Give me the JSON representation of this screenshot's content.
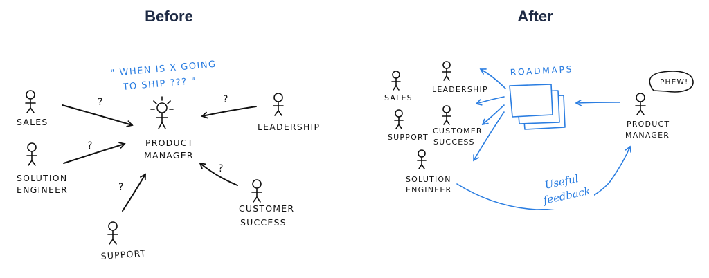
{
  "before": {
    "title": "Before",
    "quote_line1": "\" WHEN IS X GOING",
    "quote_line2": "TO SHIP ??? \"",
    "labels": {
      "sales": "SALES",
      "solution_line1": "SOLUTION",
      "solution_line2": "ENGINEER",
      "support": "SUPPORT",
      "pm_line1": "PRODUCT",
      "pm_line2": "MANAGER",
      "leadership": "LEADERSHIP",
      "cs_line1": "CUSTOMER",
      "cs_line2": "SUCCESS"
    },
    "question_mark": "?"
  },
  "after": {
    "title": "After",
    "roadmaps": "ROADMAPS",
    "speech": "PHEW!",
    "feedback_line1": "Useful",
    "feedback_line2": "feedback",
    "labels": {
      "sales": "SALES",
      "leadership": "LEADERSHIP",
      "support": "SUPPORT",
      "cs_line1": "CUSTOMER",
      "cs_line2": "SUCCESS",
      "solution_line1": "SOLUTION",
      "solution_line2": "ENGINEER",
      "pm_line1": "PRODUCT",
      "pm_line2": "MANAGER"
    }
  },
  "colors": {
    "ink": "#111111",
    "accent_blue": "#2a7de1",
    "title": "#1f2b45"
  }
}
